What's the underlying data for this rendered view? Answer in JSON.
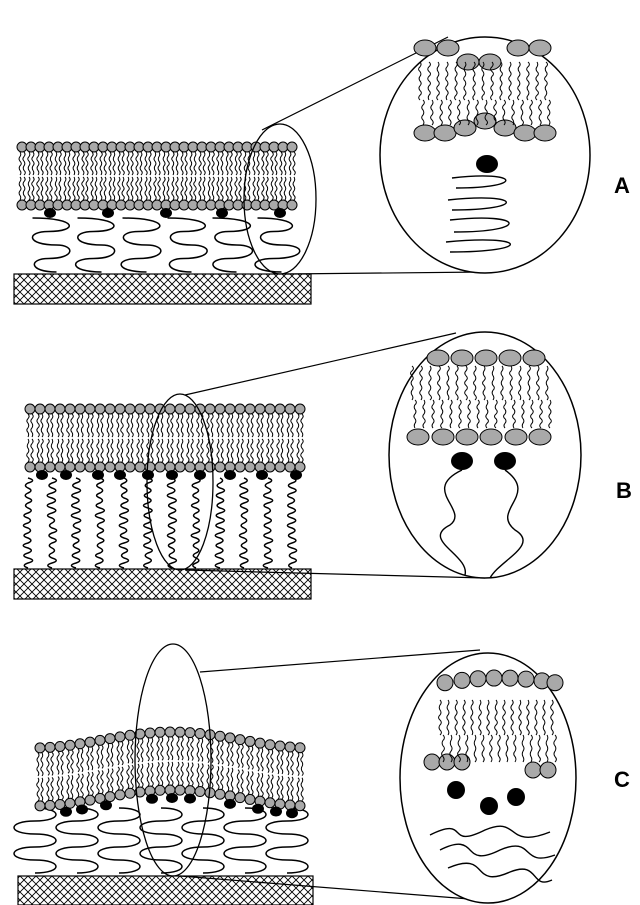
{
  "panels": [
    {
      "label": "A"
    },
    {
      "label": "B"
    },
    {
      "label": "C"
    }
  ],
  "colors": {
    "headgroup": "#a9a9a9",
    "anchor": "#000000",
    "line": "#000000",
    "substrate_fill": "#ffffff",
    "background": "#ffffff"
  }
}
